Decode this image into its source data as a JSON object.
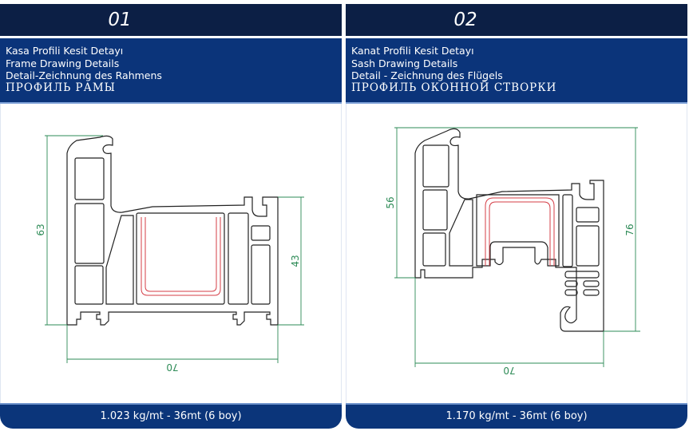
{
  "panels": [
    {
      "number": "01",
      "titles": [
        "Kasa Profili Kesit Detayı",
        "Frame Drawing Details",
        "Detail-Zeichnung des Rahmens",
        "ПРОФИЛЬ РАМЫ"
      ],
      "dimensions": {
        "height": "63",
        "inner_height": "43",
        "width": "70"
      },
      "footer": "1.023 kg/mt  -  36mt (6 boy)"
    },
    {
      "number": "02",
      "titles": [
        "Kanat Profili Kesit Detayı",
        "Sash Drawing Details",
        "Detail - Zeichnung des Flügels",
        "ПРОФИЛЬ ОКОННОЙ СТВОРКИ"
      ],
      "dimensions": {
        "height": "56",
        "total_height": "76",
        "width": "70"
      },
      "footer": "1.170 kg/mt  -  36mt (6 boy)"
    }
  ],
  "colors": {
    "header": "#0b347a",
    "number_bar": "#0c1f45",
    "dimension": "#2e8b57",
    "reinforcement": "#d43c45"
  }
}
